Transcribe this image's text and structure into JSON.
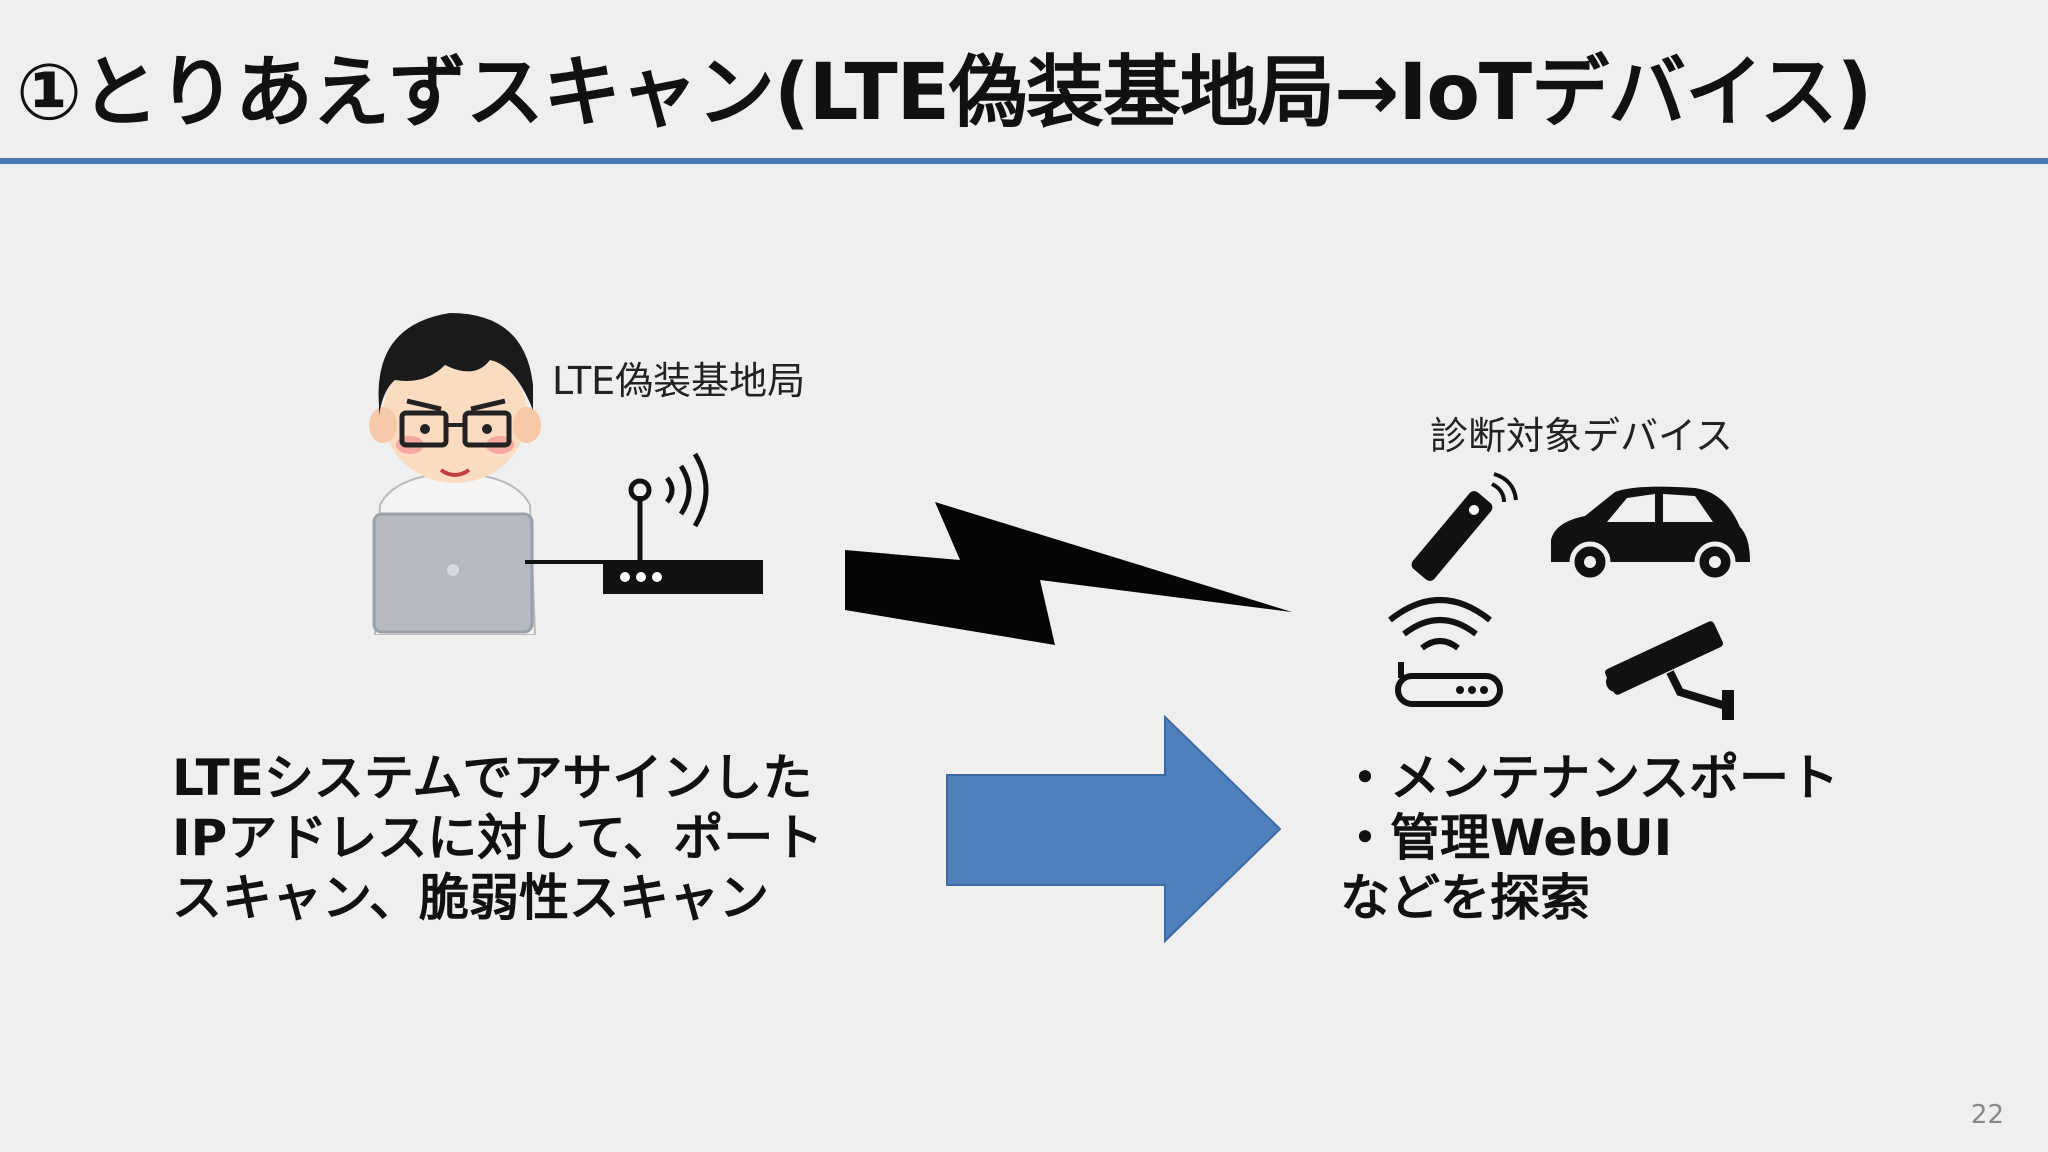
{
  "slide": {
    "title": "①とりあえずスキャン(LTE偽装基地局→IoTデバイス)",
    "page_number": "22"
  },
  "left": {
    "station_label": "LTE偽装基地局",
    "description_lines": [
      "LTEシステムでアサインした",
      "IPアドレスに対して、ポート",
      "スキャン、脆弱性スキャン"
    ]
  },
  "right": {
    "devices_label": "診断対象デバイス",
    "target_lines": [
      "・メンテナンスポート",
      "・管理WebUI",
      "などを探索"
    ]
  },
  "colors": {
    "accent_rule": "#4a7ab5",
    "arrow_fill": "#4f7fbd",
    "background": "#efefef"
  },
  "icons": [
    "hacker-person-icon",
    "laptop-icon",
    "router-icon",
    "lightning-bolt-icon",
    "remote-control-icon",
    "car-icon",
    "wifi-router-icon",
    "security-camera-icon",
    "right-arrow-icon"
  ]
}
